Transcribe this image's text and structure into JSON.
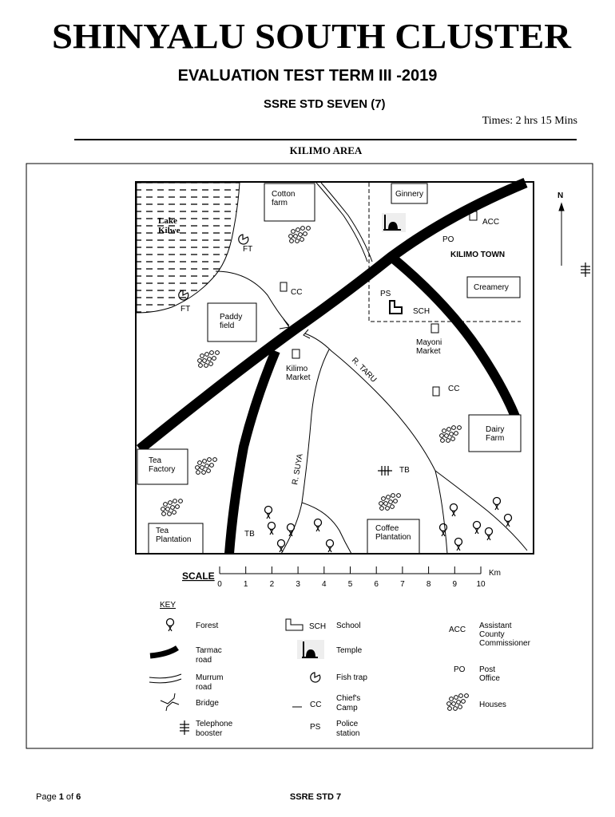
{
  "header": {
    "title": "SHINYALU SOUTH CLUSTER",
    "subtitle": "EVALUATION TEST TERM III -2019",
    "paper": "SSRE STD SEVEN (7)",
    "time": "Times: 2 hrs 15 Mins"
  },
  "map": {
    "title": "KILIMO AREA",
    "labels": {
      "lake": [
        "Lake",
        "Kilwe"
      ],
      "cotton_farm": [
        "Cotton",
        "farm"
      ],
      "ginnery": "Ginnery",
      "acc": "ACC",
      "po": "PO",
      "town": "KILIMO TOWN",
      "creamery": "Creamery",
      "ft1": "FT",
      "ft2": "FT",
      "cc1": "CC",
      "ps": "PS",
      "sch": "SCH",
      "paddy": [
        "Paddy",
        "field"
      ],
      "mayoni": [
        "Mayoni",
        "Market"
      ],
      "kilimo_market": [
        "Kilimo",
        "Market"
      ],
      "r_taru": "R. TARU",
      "cc2": "CC",
      "dairy": [
        "Dairy",
        "Farm"
      ],
      "tea_factory": [
        "Tea",
        "Factory"
      ],
      "r_suya": "R. SUYA",
      "tb1": "TB",
      "tb2": "TB",
      "tea_plantation": [
        "Tea",
        "Plantation"
      ],
      "coffee": [
        "Coffee",
        "Plantation"
      ],
      "north": "N"
    },
    "scale": {
      "label": "SCALE",
      "unit": "Km",
      "ticks": [
        "0",
        "1",
        "2",
        "3",
        "4",
        "5",
        "6",
        "7",
        "8",
        "9",
        "10"
      ]
    },
    "key": {
      "title": "KEY",
      "items": {
        "forest": [
          "Forest"
        ],
        "tarmac": [
          "Tarmac",
          "road"
        ],
        "murrum": [
          "Murrum",
          "road"
        ],
        "bridge": [
          "Bridge"
        ],
        "telephone": [
          "Telephone",
          "booster"
        ],
        "school": [
          "School"
        ],
        "school_abbr": "SCH",
        "temple": [
          "Temple"
        ],
        "fishtrap": [
          "Fish trap"
        ],
        "chiefs_camp": [
          "Chief's",
          "Camp"
        ],
        "chiefs_abbr": "CC",
        "police": [
          "Police",
          "station"
        ],
        "police_abbr": "PS",
        "acc": [
          "Assistant",
          "County",
          "Commissioner"
        ],
        "acc_abbr": "ACC",
        "po": [
          "Post",
          "Office"
        ],
        "po_abbr": "PO",
        "houses": [
          "Houses"
        ]
      }
    }
  },
  "footer": {
    "page_prefix": "Page ",
    "page": "1",
    "page_mid": " of ",
    "total": "6",
    "center": "SSRE STD 7"
  }
}
